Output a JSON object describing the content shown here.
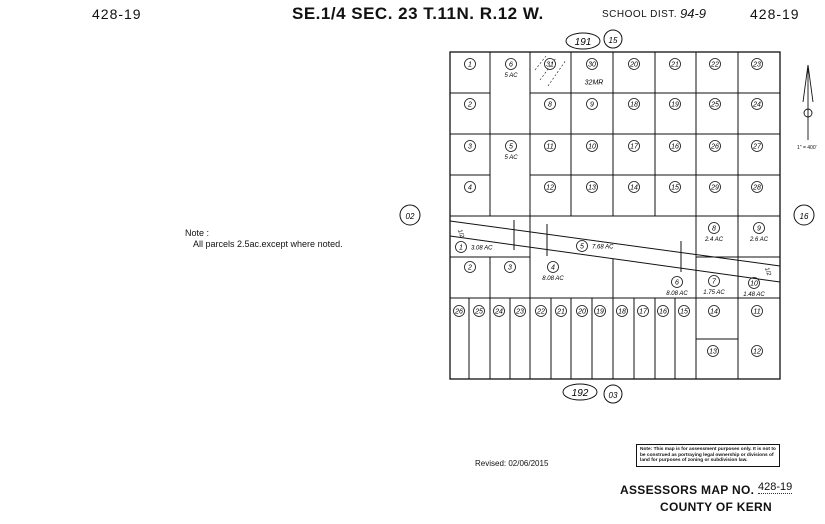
{
  "header": {
    "map_code_left": "428-19",
    "title": "SE.1/4 SEC. 23 T.11N. R.12 W.",
    "school_label": "SCHOOL DIST.",
    "school_number": "94-9",
    "map_code_right": "428-19"
  },
  "note": {
    "heading": "Note :",
    "text": "All parcels 2.5ac.except where noted."
  },
  "revised": "Revised:  02/06/2015",
  "disclaimer": "Note: This map is for assessment purposes only. It is not to be construed as portraying legal ownership or divisions of land for purposes of zoning or subdivision law.",
  "assessor": {
    "label": "ASSESSORS MAP NO.",
    "number": "428-19",
    "county": "COUNTY OF KERN"
  },
  "scale": "1\" = 400'",
  "refs": {
    "top_book": "191",
    "top_page": "15",
    "left": "02",
    "right": "16",
    "bottom_book": "192",
    "bottom_page": "03"
  },
  "parcels_north": [
    {
      "n": "1",
      "ac": ""
    },
    {
      "n": "6",
      "ac": "5 AC"
    },
    {
      "n": "31",
      "ac": ""
    },
    {
      "n": "30",
      "ac": ""
    },
    {
      "n": "32MR",
      "ac": ""
    },
    {
      "n": "20",
      "ac": ""
    },
    {
      "n": "21",
      "ac": ""
    },
    {
      "n": "22",
      "ac": ""
    },
    {
      "n": "23",
      "ac": ""
    },
    {
      "n": "2",
      "ac": ""
    },
    {
      "n": "8",
      "ac": ""
    },
    {
      "n": "9",
      "ac": ""
    },
    {
      "n": "18",
      "ac": ""
    },
    {
      "n": "19",
      "ac": ""
    },
    {
      "n": "25",
      "ac": ""
    },
    {
      "n": "24",
      "ac": ""
    },
    {
      "n": "3",
      "ac": ""
    },
    {
      "n": "5",
      "ac": "5 AC"
    },
    {
      "n": "11",
      "ac": ""
    },
    {
      "n": "10",
      "ac": ""
    },
    {
      "n": "17",
      "ac": ""
    },
    {
      "n": "16",
      "ac": ""
    },
    {
      "n": "26",
      "ac": ""
    },
    {
      "n": "27",
      "ac": ""
    },
    {
      "n": "4",
      "ac": ""
    },
    {
      "n": "12",
      "ac": ""
    },
    {
      "n": "13",
      "ac": ""
    },
    {
      "n": "14",
      "ac": ""
    },
    {
      "n": "15",
      "ac": ""
    },
    {
      "n": "29",
      "ac": ""
    },
    {
      "n": "28",
      "ac": ""
    }
  ],
  "parcels_south": [
    {
      "n": "1",
      "ac": "3.08 AC"
    },
    {
      "n": "5",
      "ac": "7.68 AC"
    },
    {
      "n": "8",
      "ac": "2.4 AC"
    },
    {
      "n": "9",
      "ac": "2.6 AC"
    },
    {
      "n": "2",
      "ac": ""
    },
    {
      "n": "3",
      "ac": ""
    },
    {
      "n": "4",
      "ac": "8.08 AC"
    },
    {
      "n": "6",
      "ac": "8.08 AC"
    },
    {
      "n": "7",
      "ac": "1.75 AC"
    },
    {
      "n": "10",
      "ac": "1.48 AC"
    },
    {
      "n": "26",
      "ac": ""
    },
    {
      "n": "25",
      "ac": ""
    },
    {
      "n": "24",
      "ac": ""
    },
    {
      "n": "23",
      "ac": ""
    },
    {
      "n": "22",
      "ac": ""
    },
    {
      "n": "21",
      "ac": ""
    },
    {
      "n": "20",
      "ac": ""
    },
    {
      "n": "19",
      "ac": ""
    },
    {
      "n": "18",
      "ac": ""
    },
    {
      "n": "17",
      "ac": ""
    },
    {
      "n": "16",
      "ac": ""
    },
    {
      "n": "15",
      "ac": ""
    },
    {
      "n": "14",
      "ac": ""
    },
    {
      "n": "11",
      "ac": ""
    },
    {
      "n": "13",
      "ac": ""
    },
    {
      "n": "12",
      "ac": ""
    }
  ],
  "road_label": "1/2"
}
